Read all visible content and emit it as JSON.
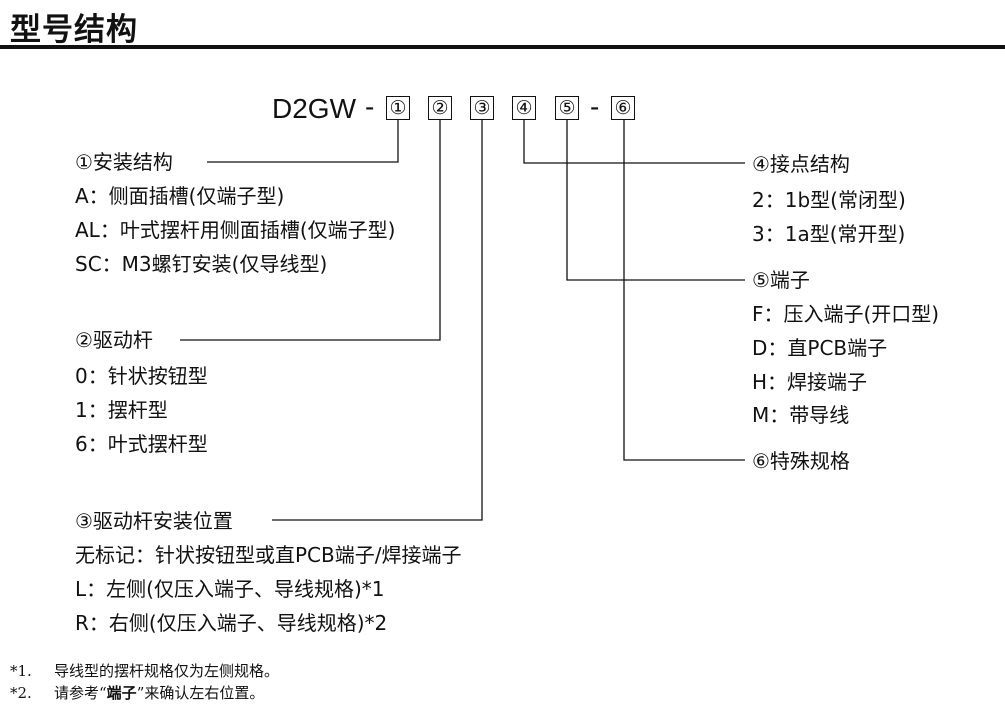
{
  "title": "型号结构",
  "model": {
    "prefix": "D2GW",
    "sep1": "-",
    "sep2": "-",
    "boxes": [
      "①",
      "②",
      "③",
      "④",
      "⑤",
      "⑥"
    ]
  },
  "sections": {
    "s1": {
      "heading": "①安装结构",
      "items": [
        "A：侧面插槽(仅端子型)",
        "AL：叶式摆杆用侧面插槽(仅端子型)",
        "SC：M3螺钉安装(仅导线型)"
      ]
    },
    "s2": {
      "heading": "②驱动杆",
      "items": [
        "0：针状按钮型",
        "1：摆杆型",
        "6：叶式摆杆型"
      ]
    },
    "s3": {
      "heading": "③驱动杆安装位置",
      "items": [
        "无标记：针状按钮型或直PCB端子/焊接端子",
        "L：左侧(仅压入端子、导线规格)*1",
        "R：右侧(仅压入端子、导线规格)*2"
      ]
    },
    "s4": {
      "heading": "④接点结构",
      "items": [
        "2：1b型(常闭型)",
        "3：1a型(常开型)"
      ]
    },
    "s5": {
      "heading": "⑤端子",
      "items": [
        "F：压入端子(开口型)",
        "D：直PCB端子",
        "H：焊接端子",
        "M：带导线"
      ]
    },
    "s6": {
      "heading": "⑥特殊规格"
    }
  },
  "notes": [
    {
      "mark": "*1.",
      "pre": "导线型的摆杆规格仅为左侧规格。",
      "bold": "",
      "post": ""
    },
    {
      "mark": "*2.",
      "pre": "请参考“",
      "bold": "端子",
      "post": "”来确认左右位置。"
    }
  ]
}
